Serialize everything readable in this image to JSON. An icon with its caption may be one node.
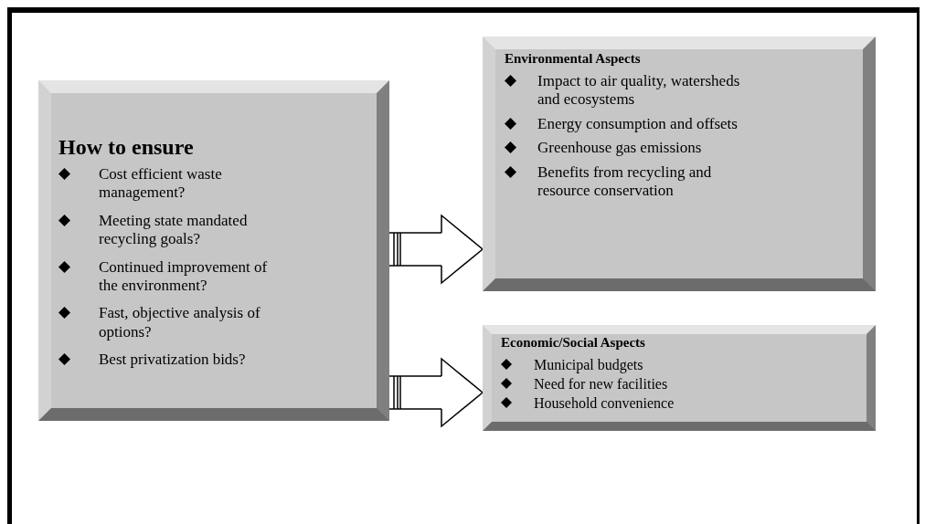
{
  "diagram": {
    "nodes": [
      {
        "text": [
          "How to ensure",
          "Cost efficient waste management?",
          "Meeting state mandated recycling goals?",
          "Continued improvement of the environment?",
          "Fast, objective analysis of options?",
          "Best privatization bids?"
        ]
      },
      {
        "text": [
          "Environmental Aspects",
          "Impact to air quality, watersheds and ecosystems",
          "Energy consumption and offsets",
          "Greenhouse gas emissions",
          "Benefits from recycling and resource conservation"
        ]
      },
      {
        "text": [
          "Economic/Social Aspects",
          "Municipal budgets",
          "Need for new facilities",
          "Household convenience"
        ]
      }
    ],
    "edges": [
      {
        "from": 0,
        "to": 1,
        "arrow": "to"
      },
      {
        "from": 0,
        "to": 2,
        "arrow": "to"
      }
    ]
  }
}
